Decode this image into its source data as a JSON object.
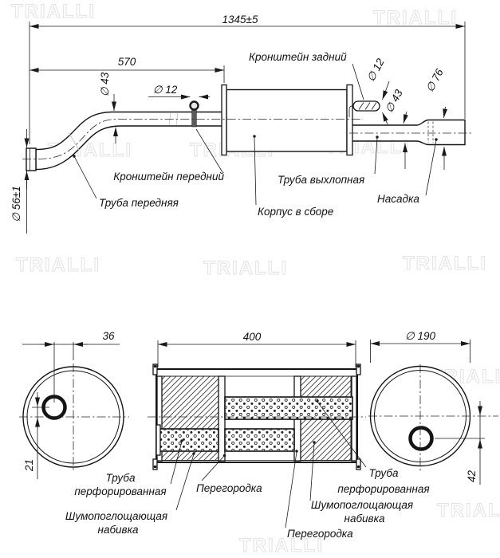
{
  "watermark_text": "TRIALLI",
  "top_view": {
    "dim_overall": "1345±5",
    "dim_front_length": "570",
    "dim_front_pipe_dia": "∅ 43",
    "dim_front_bracket_dia": "∅ 12",
    "dim_rear_bracket_dia": "∅ 12",
    "dim_tail_pipe_dia": "∅ 43",
    "dim_tip_dia": "∅ 76",
    "dim_inlet_dia": "∅ 56±1",
    "label_rear_bracket": "Кронштейн задний",
    "label_front_bracket": "Кронштейн передний",
    "label_front_pipe": "Труба передняя",
    "label_exhaust_pipe": "Труба выхлопная",
    "label_body_assembly": "Корпус в сборе",
    "label_tip": "Насадка"
  },
  "section_view": {
    "dim_inlet_offset_x": "36",
    "dim_body_length": "400",
    "dim_shell_dia": "∅ 190",
    "dim_inlet_offset_y": "21",
    "dim_outlet_offset_y": "42",
    "label_perf_pipe_line1": "Труба",
    "label_perf_pipe_line2": "перфорированная",
    "label_baffle": "Перегородка",
    "label_stuffing_line1": "Шумопоглощающая",
    "label_stuffing_line2": "набивка"
  }
}
